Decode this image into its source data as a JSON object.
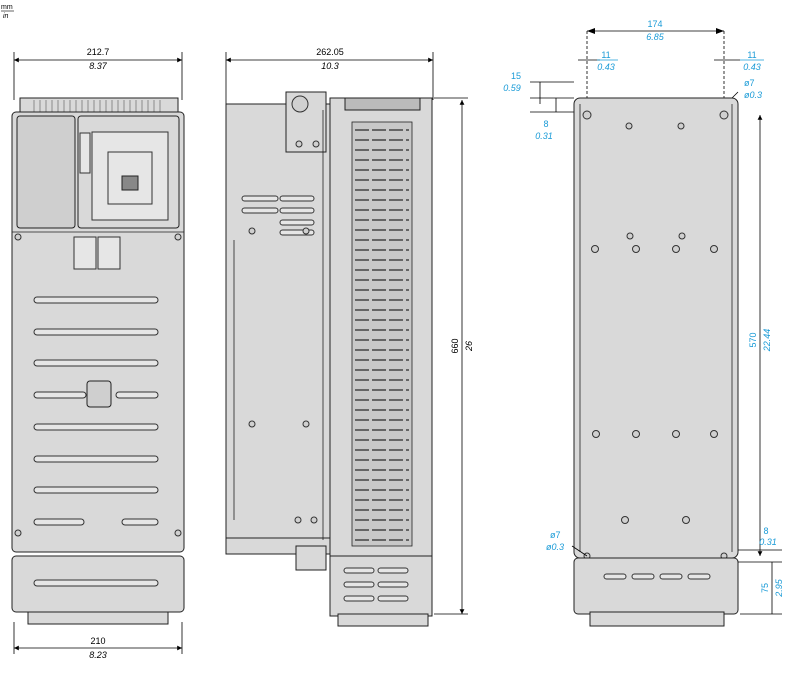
{
  "units": {
    "primary": "mm",
    "secondary": "in"
  },
  "front_view": {
    "top_width": {
      "mm": "212.7",
      "in": "8.37"
    },
    "bottom_width": {
      "mm": "210",
      "in": "8.23"
    }
  },
  "side_view": {
    "depth": {
      "mm": "262.05",
      "in": "10.3"
    },
    "height": {
      "mm": "660",
      "in": "26"
    }
  },
  "rear_view": {
    "hole_spacing": {
      "mm": "174",
      "in": "6.85"
    },
    "left_offset": {
      "mm": "11",
      "in": "0.43"
    },
    "right_offset": {
      "mm": "11",
      "in": "0.43"
    },
    "top_offset": {
      "mm": "15",
      "in": "0.59"
    },
    "top_inset": {
      "mm": "8",
      "in": "0.31"
    },
    "top_hole": {
      "mm": "ø7",
      "in": "ø0.3"
    },
    "vertical_spacing": {
      "mm": "570",
      "in": "22.44"
    },
    "bottom_hole": {
      "mm": "ø7",
      "in": "ø0.3"
    },
    "bottom_inset": {
      "mm": "8",
      "in": "0.31"
    },
    "bottom_height": {
      "mm": "75",
      "in": "2.95"
    }
  },
  "colors": {
    "callout": "#1a9bd7",
    "body": "#d9d9d9",
    "line": "#222222"
  }
}
